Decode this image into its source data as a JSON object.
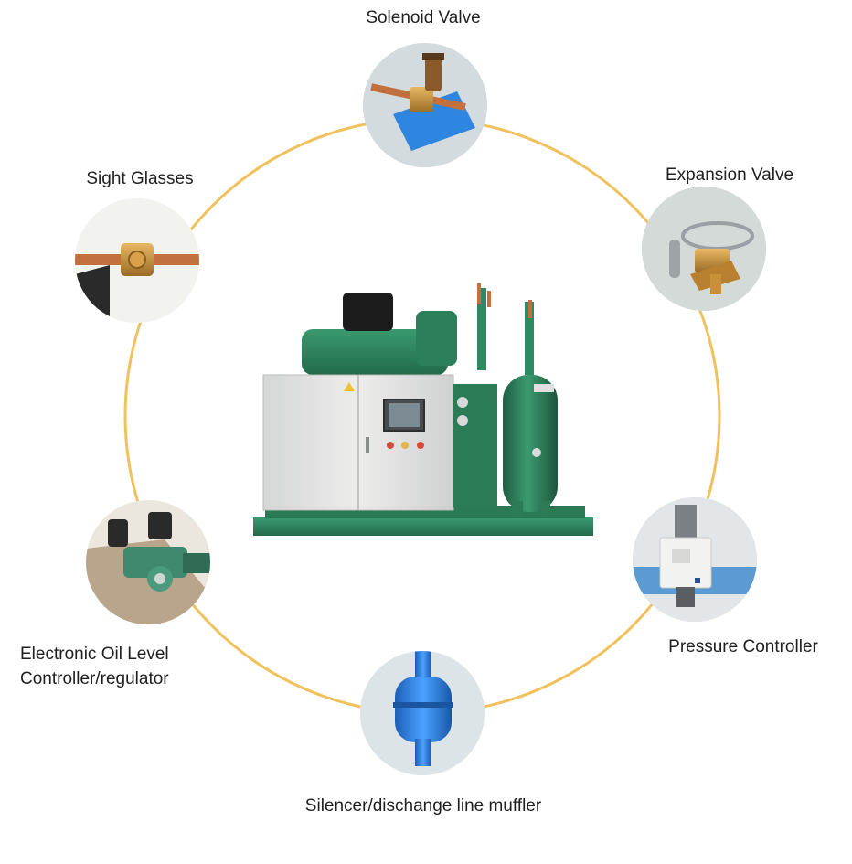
{
  "colors": {
    "ring": "#f0c15c",
    "node_bg": "#d9dedd",
    "unit_green": "#2f8a63",
    "panel_grey": "#e3e4e3",
    "brass": "#c8903a",
    "copper": "#c2703d",
    "blue_part": "#2f86e0",
    "label_text": "#1f1f1f"
  },
  "center": {
    "name": "refrigeration-condensing-unit",
    "icon": "condensing-unit-illustration"
  },
  "components": [
    {
      "id": "solenoid-valve",
      "label": "Solenoid Valve",
      "icon": "solenoid-valve-icon"
    },
    {
      "id": "expansion-valve",
      "label": "Expansion Valve",
      "icon": "expansion-valve-icon"
    },
    {
      "id": "pressure-controller",
      "label": "Pressure Controller",
      "icon": "pressure-controller-icon"
    },
    {
      "id": "silencer",
      "label": "Silencer/dischange line muffler",
      "icon": "muffler-icon"
    },
    {
      "id": "oil-level-controller",
      "label": "Electronic Oil Level Controller/regulator",
      "label_lines": [
        "Electronic Oil Level",
        "Controller/regulator"
      ],
      "icon": "oil-level-controller-icon"
    },
    {
      "id": "sight-glasses",
      "label": "Sight Glasses",
      "icon": "sight-glass-icon"
    }
  ]
}
